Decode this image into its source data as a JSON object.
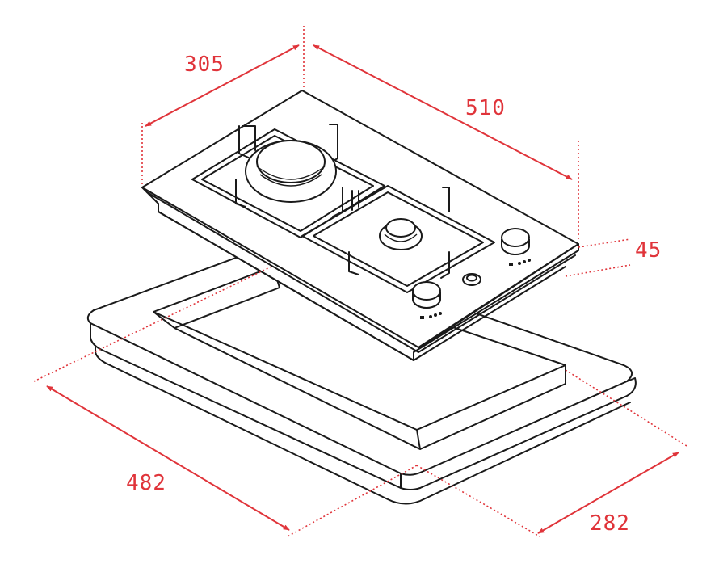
{
  "colors": {
    "dimension": "#e0343a",
    "outline": "#1a1a1a",
    "background": "#ffffff"
  },
  "dimensions": {
    "depth_top": "305",
    "width_top": "510",
    "height": "45",
    "cutout_width": "482",
    "cutout_depth": "282"
  }
}
